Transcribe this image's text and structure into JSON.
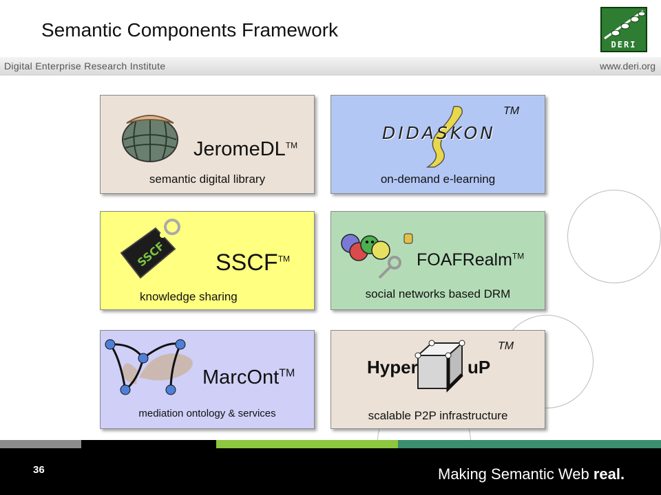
{
  "slide": {
    "title": "Semantic Components Framework",
    "page_number": "36"
  },
  "logo": {
    "text": "DERI"
  },
  "header": {
    "institute": "Digital Enterprise Research Institute",
    "url": "www.deri.org"
  },
  "tm": "TM",
  "cards": {
    "jeromedl": {
      "name": "JeromeDL",
      "caption": "semantic digital library",
      "color": "#ebe1d6"
    },
    "didaskon": {
      "name": "DIDASKON",
      "caption": "on-demand e-learning",
      "color": "#b3c7f5"
    },
    "sscf": {
      "name": "SSCF",
      "caption": "knowledge sharing",
      "color": "#ffff80"
    },
    "foafrealm": {
      "name": "FOAFRealm",
      "caption": "social networks based DRM",
      "color": "#b3dcb6"
    },
    "marcont": {
      "name": "MarcOnt",
      "caption": "mediation ontology & services",
      "color": "#cfcff7"
    },
    "hyperup": {
      "name_prefix": "Hyper",
      "name_suffix": "uP",
      "caption": "scalable P2P infrastructure",
      "color": "#ebe1d6"
    }
  },
  "footer": {
    "tagline_prefix": "Making Semantic Web",
    "tagline_emphasis": "real."
  },
  "colors": {
    "stripe_gray": "#8c8c8c",
    "stripe_lime": "#8dc63f",
    "stripe_teal": "#3b8e6e"
  }
}
